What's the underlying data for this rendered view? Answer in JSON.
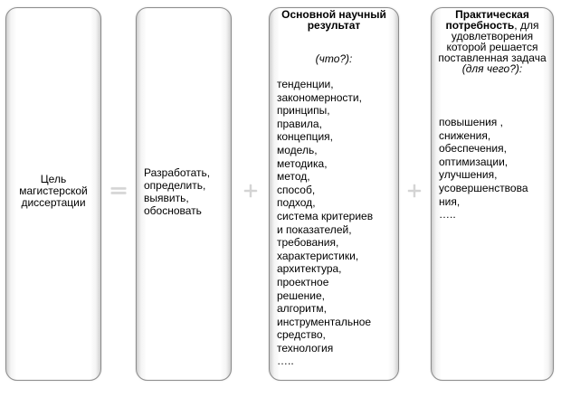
{
  "cells": {
    "goal": "Цель магистерской диссертации",
    "action": "Разработать, определить, выявить, обосновать",
    "result_title": "Основной научный результат",
    "result_subtitle": "(что?):",
    "result_items": [
      "тенденции,",
      "закономерности,",
      "принципы,",
      "правила,",
      "концепция,",
      "модель,",
      "методика,",
      "метод,",
      "способ,",
      "подход,",
      "система критериев",
      "и показателей,",
      "требования,",
      "характеристики,",
      "архитектура,",
      "проектное",
      "решение,",
      "алгоритм,",
      "инструментальное",
      "средство,",
      "технология",
      "….."
    ],
    "need_title": "Практическая потребность",
    "need_title_suffix": ",",
    "need_text": "для удовлетворения которой решается поставленная задача",
    "need_question": "(для чего?):",
    "need_items": [
      "повышения ,",
      "снижения,",
      "обеспечения,",
      "оптимизации,",
      "улучшения,",
      "усовершенствова",
      "ния,",
      "….."
    ]
  },
  "operators": {
    "equals": "=",
    "plus": "+"
  }
}
